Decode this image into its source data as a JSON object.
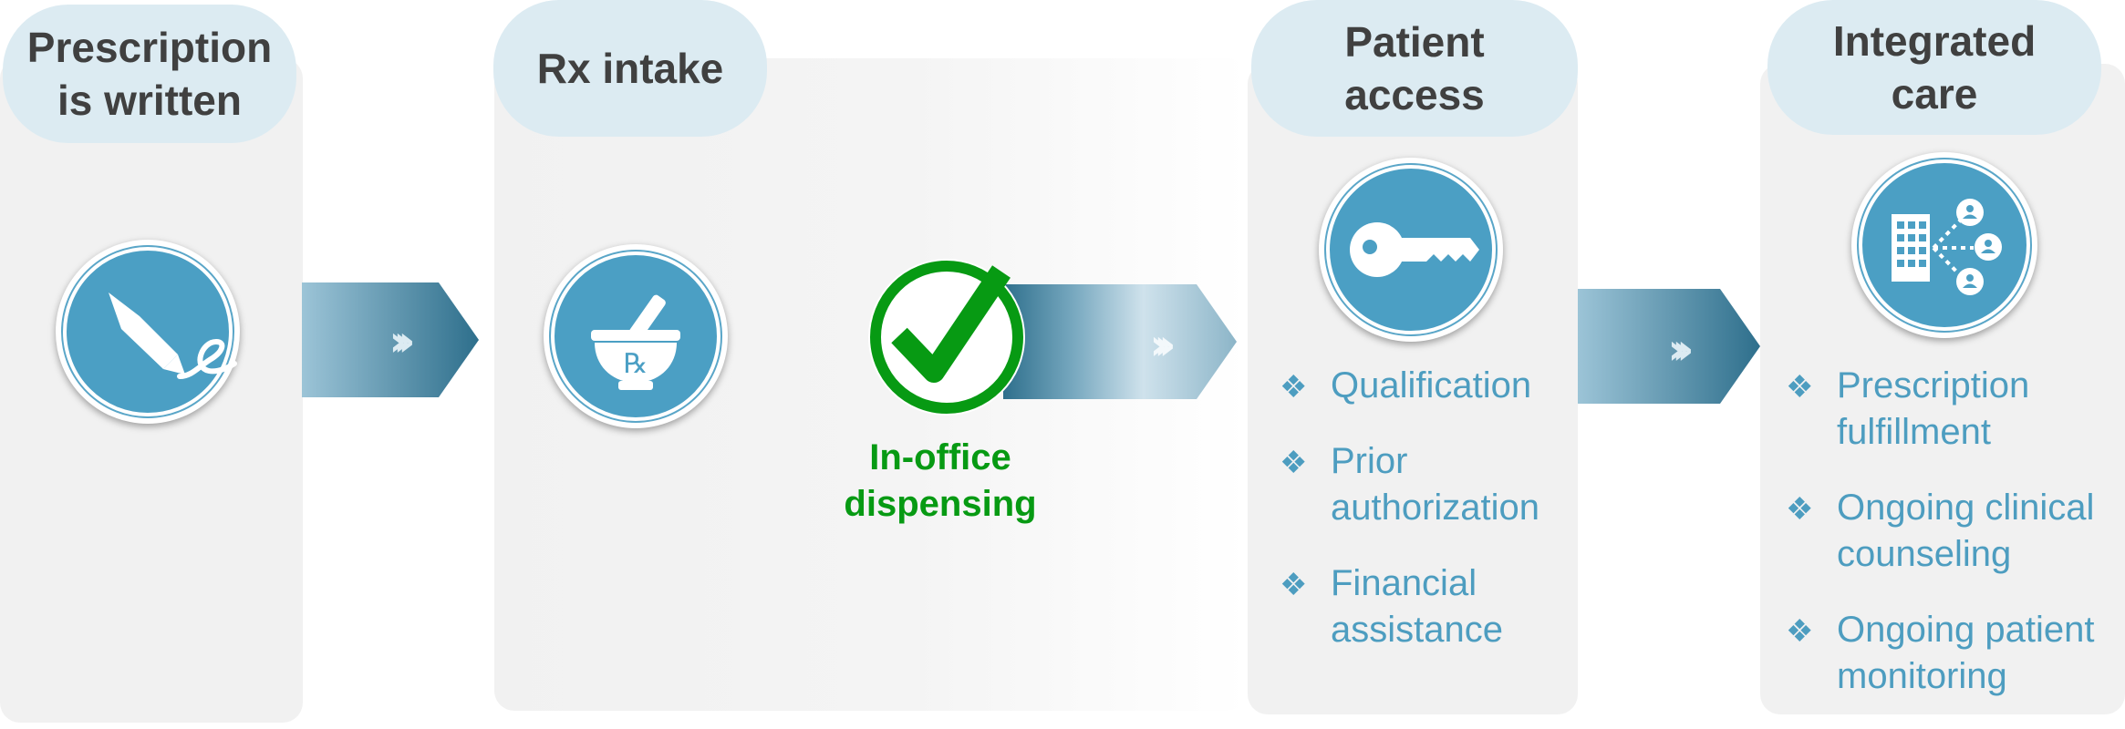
{
  "stages": {
    "prescription": {
      "title_line1": "Prescription",
      "title_line2": "is written",
      "icon": "signature-pen-icon"
    },
    "rx_intake": {
      "title": "Rx intake",
      "icon": "mortar-pestle-rx-icon"
    },
    "patient_access": {
      "title_line1": "Patient",
      "title_line2": "access",
      "icon": "key-icon",
      "bullets": [
        {
          "line1": "Qualification",
          "line2": ""
        },
        {
          "line1": "Prior",
          "line2": "authorization"
        },
        {
          "line1": "Financial",
          "line2": "assistance"
        }
      ]
    },
    "integrated_care": {
      "title_line1": "Integrated",
      "title_line2": "care",
      "icon": "building-network-icon",
      "bullets": [
        {
          "line1": "Prescription",
          "line2": "fulfillment"
        },
        {
          "line1": "Ongoing clinical",
          "line2": "counseling"
        },
        {
          "line1": "Ongoing patient",
          "line2": "monitoring"
        }
      ]
    }
  },
  "in_office": {
    "line1": "In-office",
    "line2": "dispensing",
    "icon": "checkmark-circle-icon"
  },
  "bullet_glyph": "❖",
  "colors": {
    "panel": "#f1f1f1",
    "pill": "#dcebf2",
    "icon_blue": "#4b9fc4",
    "text_blue": "#4d9dc0",
    "green": "#079a13",
    "arrow_dark": "#2e6f8c"
  }
}
